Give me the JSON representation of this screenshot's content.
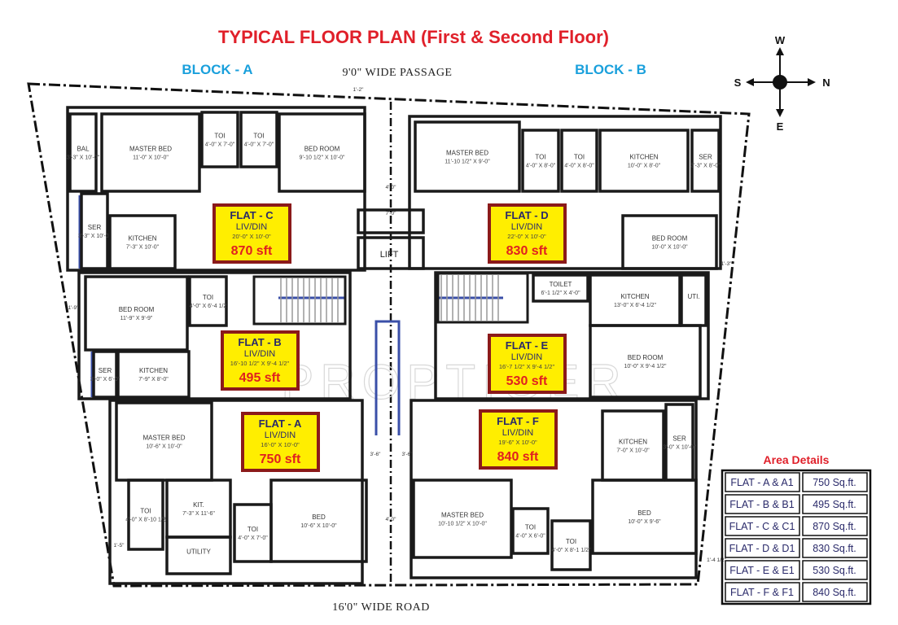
{
  "title": "TYPICAL FLOOR PLAN  (First & Second Floor)",
  "blocks": {
    "a": "BLOCK - A",
    "b": "BLOCK - B"
  },
  "passage": "9'0\" WIDE PASSAGE",
  "road": "16'0\" WIDE ROAD",
  "compass": {
    "w": "W",
    "s": "S",
    "n": "N",
    "e": "E"
  },
  "watermark": "PROPTIGER",
  "colors": {
    "title": "#e0202a",
    "block": "#1aa0dc",
    "label_fill": "#ffee00",
    "label_border": "#8b1a1a",
    "area_text": "#e02020",
    "blue_wall": "#3a4fa8"
  },
  "flats": {
    "c": {
      "name": "FLAT - C",
      "liv": "LIV/DIN",
      "dims": "20'-0\" X 10'-0\"",
      "area": "870 sft"
    },
    "d": {
      "name": "FLAT - D",
      "liv": "LIV/DIN",
      "dims": "22'-0\" X 10'-0\"",
      "area": "830 sft"
    },
    "b": {
      "name": "FLAT - B",
      "liv": "LIV/DIN",
      "dims": "16'-10 1/2\" X 9'-4 1/2\"",
      "area": "495 sft"
    },
    "e": {
      "name": "FLAT - E",
      "liv": "LIV/DIN",
      "dims": "16'-7 1/2\" X 9'-4 1/2\"",
      "area": "530 sft"
    },
    "a": {
      "name": "FLAT - A",
      "liv": "LIV/DIN",
      "dims": "16'-0\" X 10'-0\"",
      "area": "750 sft"
    },
    "f": {
      "name": "FLAT - F",
      "liv": "LIV/DIN",
      "dims": "19'-6\" X 10'-0\"",
      "area": "840 sft"
    }
  },
  "rooms": {
    "c": [
      {
        "name": "BAL",
        "dims": "3'-3\" X 10'-0\""
      },
      {
        "name": "MASTER BED",
        "dims": "11'-0\" X 10'-0\""
      },
      {
        "name": "TOI",
        "dims": "4'-0\" X 7'-0\""
      },
      {
        "name": "TOI",
        "dims": "4'-0\" X 7'-0\""
      },
      {
        "name": "BED ROOM",
        "dims": "9'-10 1/2\" X 10'-0\""
      },
      {
        "name": "SER",
        "dims": "3'-3\" X 10'-0\""
      },
      {
        "name": "KITCHEN",
        "dims": "7'-3\" X 10'-0\""
      }
    ],
    "d": [
      {
        "name": "MASTER BED",
        "dims": "11'-10 1/2\" X 9'-0\""
      },
      {
        "name": "TOI",
        "dims": "4'-0\" X 8'-0\""
      },
      {
        "name": "TOI",
        "dims": "4'-0\" X 8'-0\""
      },
      {
        "name": "KITCHEN",
        "dims": "10'-0\" X 8'-0\""
      },
      {
        "name": "SER",
        "dims": "3'-3\" X 8'-0\""
      },
      {
        "name": "BED ROOM",
        "dims": "10'-0\" X 10'-0\""
      }
    ],
    "b": [
      {
        "name": "BED ROOM",
        "dims": "11'-9\" X 9'-9\""
      },
      {
        "name": "TOI",
        "dims": "4'-0\" X 6'-4 1/2"
      },
      {
        "name": "KITCHEN",
        "dims": "7'-9\" X 8'-0\""
      },
      {
        "name": "SER",
        "dims": "3'-0\" X 6'-0\""
      }
    ],
    "e": [
      {
        "name": "TOILET",
        "dims": "6'-1 1/2\" X 4'-0\""
      },
      {
        "name": "KITCHEN",
        "dims": "13'-0\" X 6'-4 1/2\""
      },
      {
        "name": "UTI.",
        "dims": ""
      },
      {
        "name": "BED ROOM",
        "dims": "10'-0\" X 9'-4 1/2\""
      }
    ],
    "a": [
      {
        "name": "MASTER BED",
        "dims": "10'-6\" X 10'-0\""
      },
      {
        "name": "TOI",
        "dims": "4'-0\" X 8'-10 1/2"
      },
      {
        "name": "KIT.",
        "dims": "7'-3\" X 11'-6\""
      },
      {
        "name": "UTILITY",
        "dims": ""
      },
      {
        "name": "TOI",
        "dims": "4'-0\" X 7'-0\""
      },
      {
        "name": "BED",
        "dims": "10'-6\" X 10'-0\""
      }
    ],
    "f": [
      {
        "name": "KITCHEN",
        "dims": "7'-0\" X 10'-0\""
      },
      {
        "name": "SER",
        "dims": "3'-0\" X 10'-0\""
      },
      {
        "name": "MASTER BED",
        "dims": "10'-10 1/2\" X 10'-0\""
      },
      {
        "name": "TOI",
        "dims": "4'-0\" X 6'-0\""
      },
      {
        "name": "TOI",
        "dims": "4'-0\" X 8'-1 1/2\""
      },
      {
        "name": "BED",
        "dims": "10'-0\" X 9'-6\""
      }
    ],
    "common": [
      {
        "name": "LIFT",
        "dims": ""
      }
    ]
  },
  "dimensions": [
    "4'-0\"",
    "7'-0\"",
    "3'-6\"",
    "3'-6\"",
    "4'-0\"",
    "1'-2\"",
    "1'-9\"",
    "1'-5\"",
    "1'-3\"",
    "1'-4 1/2\""
  ],
  "area_details": {
    "title": "Area Details",
    "rows": [
      {
        "flat": "FLAT - A & A1",
        "area": "750 Sq.ft."
      },
      {
        "flat": "FLAT - B & B1",
        "area": "495 Sq.ft."
      },
      {
        "flat": "FLAT - C & C1",
        "area": "870 Sq.ft."
      },
      {
        "flat": "FLAT - D & D1",
        "area": "830 Sq.ft."
      },
      {
        "flat": "FLAT - E & E1",
        "area": "530 Sq.ft."
      },
      {
        "flat": "FLAT - F & F1",
        "area": "840 Sq.ft."
      }
    ]
  }
}
